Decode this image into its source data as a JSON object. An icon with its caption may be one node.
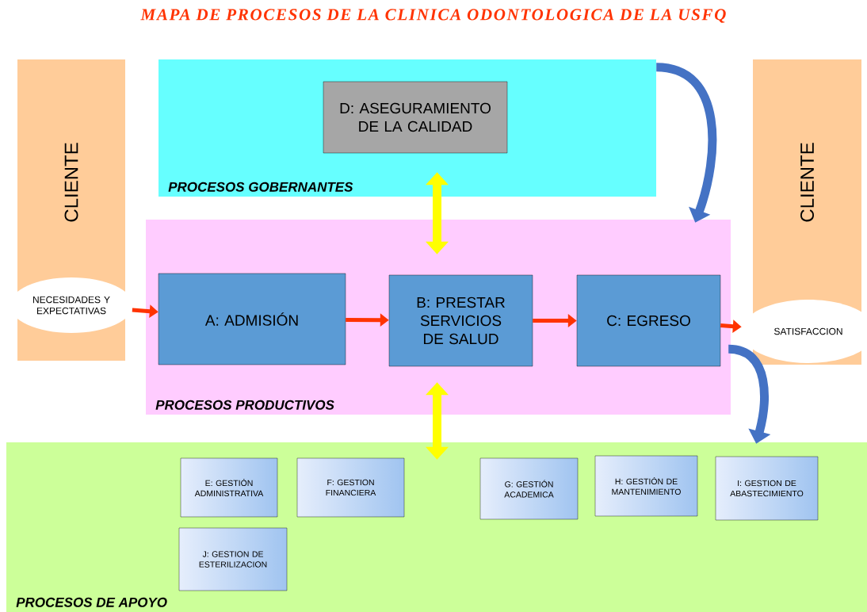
{
  "diagram": {
    "title": "MAPA DE PROCESOS DE LA CLINICA ODONTOLOGICA DE LA USFQ",
    "nodes": [
      {
        "text": [
          "CLIENTE"
        ]
      },
      {
        "text": [
          "CLIENTE"
        ]
      },
      {
        "text": [
          "PROCESOS GOBERNANTES"
        ]
      },
      {
        "text": [
          "D: ASEGURAMIENTO DE LA CALIDAD"
        ],
        "in": 2
      },
      {
        "text": [
          "PROCESOS PRODUCTIVOS"
        ]
      },
      {
        "text": [
          "NECESIDADES Y EXPECTATIVAS"
        ]
      },
      {
        "text": [
          "A:  ADMISIÓN"
        ],
        "in": 4
      },
      {
        "text": [
          "B: PRESTAR SERVICIOS DE SALUD"
        ],
        "in": 4
      },
      {
        "text": [
          "C: EGRESO"
        ],
        "in": 4
      },
      {
        "text": [
          "SATISFACCION"
        ]
      },
      {
        "text": [
          "PROCESOS DE APOYO"
        ]
      },
      {
        "text": [
          "E: GESTIÓN ADMINISTRATIVA"
        ],
        "in": 10
      },
      {
        "text": [
          "F: GESTION FINANCIERA"
        ],
        "in": 10
      },
      {
        "text": [
          "G: GESTIÓN ACADEMICA"
        ],
        "in": 10
      },
      {
        "text": [
          "H: GESTIÓN DE MANTENIMIENTO"
        ],
        "in": 10
      },
      {
        "text": [
          "I: GESTION DE ABASTECIMIENTO"
        ],
        "in": 10
      },
      {
        "text": [
          "J: GESTION DE ESTERILIZACION"
        ],
        "in": 10
      }
    ],
    "edges": [
      {
        "from": 5,
        "to": 6,
        "arrow": "to"
      },
      {
        "from": 6,
        "to": 7,
        "arrow": "to"
      },
      {
        "from": 7,
        "to": 8,
        "arrow": "to"
      },
      {
        "from": 8,
        "to": 9,
        "arrow": "to"
      },
      {
        "from": 3,
        "to": 7,
        "arrow": "both",
        "style": "thick",
        "color": "#ffff00"
      },
      {
        "from": 7,
        "to": 10,
        "arrow": "both",
        "style": "thick",
        "color": "#ffff00"
      },
      {
        "from": 2,
        "to": 4,
        "arrow": "to",
        "style": "thick",
        "color": "#4472c4"
      },
      {
        "from": 8,
        "to": 10,
        "arrow": "to",
        "style": "thick",
        "color": "#4472c4"
      }
    ]
  }
}
